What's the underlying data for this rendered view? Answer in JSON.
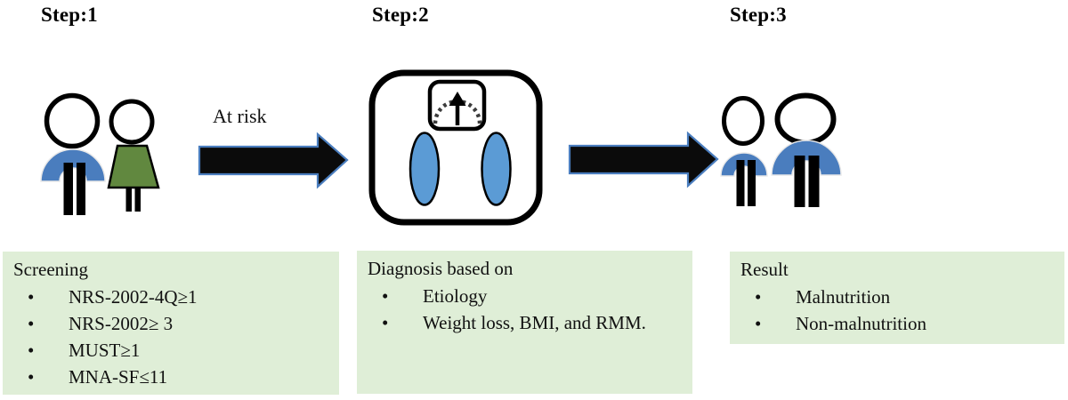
{
  "steps": [
    {
      "label": "Step:1"
    },
    {
      "label": "Step:2"
    },
    {
      "label": "Step:3"
    }
  ],
  "arrow_label": "At risk",
  "boxes": [
    {
      "title": "Screening",
      "items": [
        "NRS-2002-4Q≥1",
        "NRS-2002≥ 3",
        "MUST≥1",
        "MNA-SF≤11"
      ]
    },
    {
      "title": "Diagnosis based on",
      "items": [
        "Etiology",
        "Weight loss, BMI, and RMM."
      ]
    },
    {
      "title": "Result",
      "items": [
        "Malnutrition",
        "Non-malnutrition"
      ]
    }
  ],
  "icons": [
    "man-figure-icon",
    "woman-figure-icon",
    "weighing-scale-icon",
    "thin-person-icon",
    "large-person-icon",
    "right-arrow-icon"
  ],
  "colors": {
    "figure-blue": "#4a7dbe",
    "dress-green": "#61883f",
    "scale-pad-blue": "#5b9bd5",
    "box-green": "#dfeed7",
    "arrow-black": "#0b0b0b",
    "arrow-outline-blue": "#4a7dbe"
  }
}
